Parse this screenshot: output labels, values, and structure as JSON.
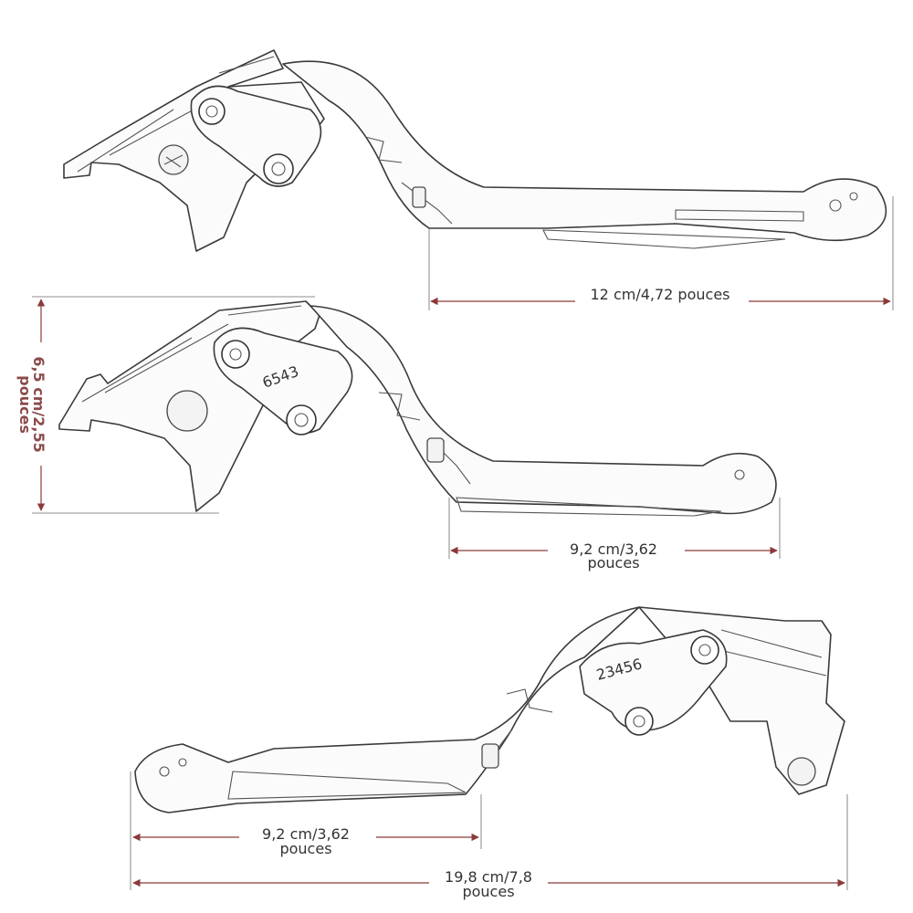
{
  "dimensions": {
    "top_length": "12 cm/4,72 pouces",
    "middle_height_line1": "6,5 cm/2,55",
    "middle_height_line2": "pouces",
    "middle_length_line1": "9,2 cm/3,62",
    "middle_length_line2": "pouces",
    "bottom_short_line1": "9,2 cm/3,62",
    "bottom_short_line2": "pouces",
    "bottom_total_line1": "19,8 cm/7,8",
    "bottom_total_line2": "pouces"
  },
  "adjuster_numbers": {
    "middle": "6543",
    "bottom": "23456"
  },
  "colors": {
    "dimension_line": "#8b3a3a",
    "dimension_text": "#8b4a4a",
    "outline": "#3a3a3a"
  }
}
